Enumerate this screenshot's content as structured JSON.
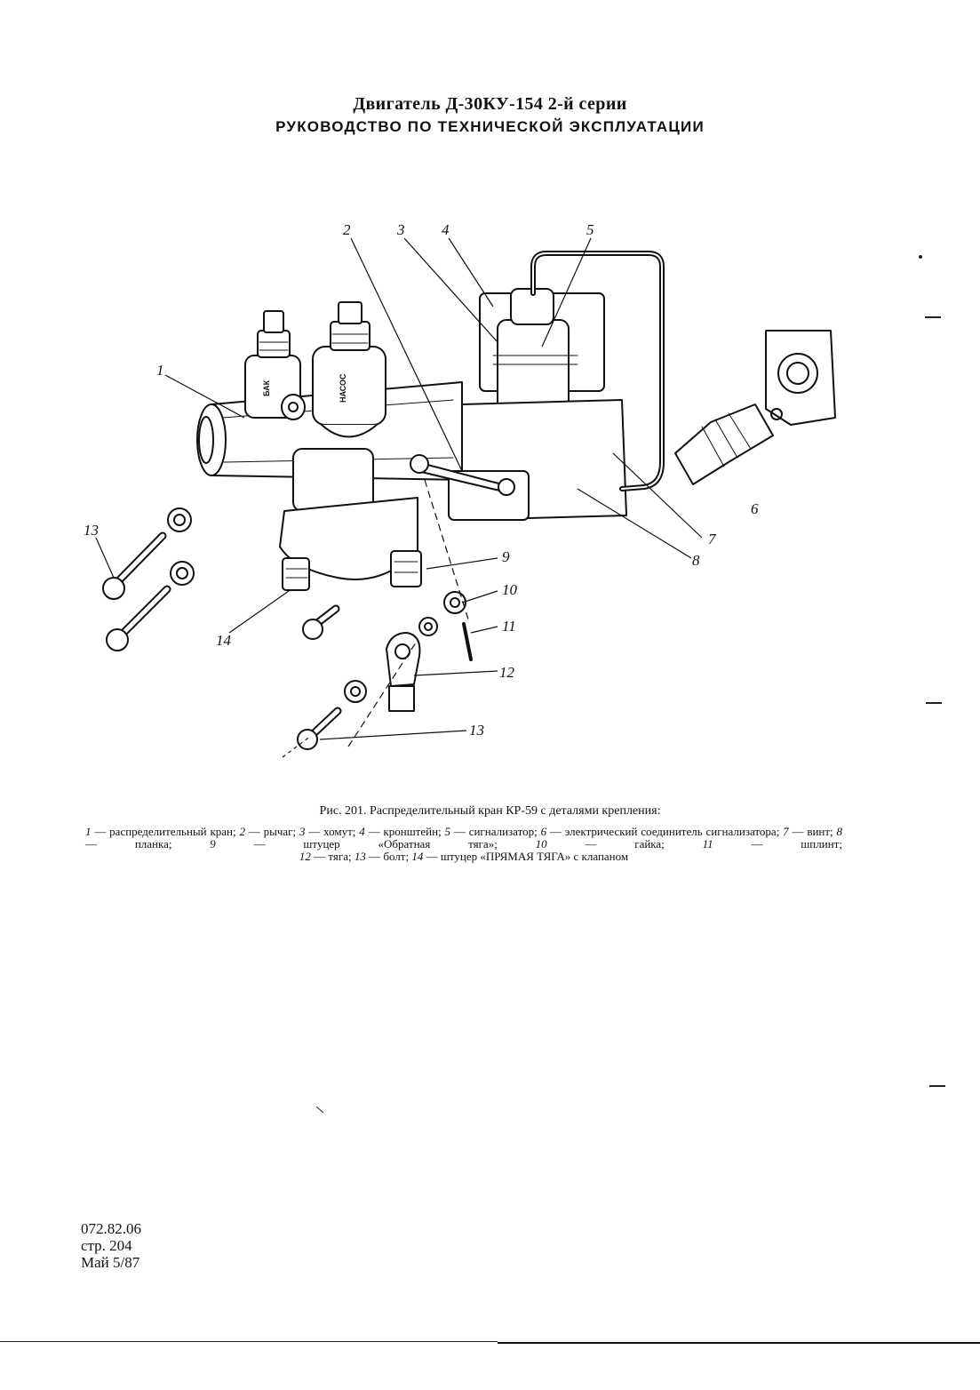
{
  "header": {
    "engine": "Двигатель Д-30КУ-154 2-й серии",
    "manual": "РУКОВОДСТВО ПО ТЕХНИЧЕСКОЙ ЭКСПЛУАТАЦИИ"
  },
  "figure": {
    "caption": "Рис. 201. Распределительный кран КР-59 с деталями крепления:",
    "callouts": [
      "1",
      "2",
      "3",
      "4",
      "5",
      "6",
      "7",
      "8",
      "9",
      "10",
      "11",
      "12",
      "13",
      "13",
      "14"
    ],
    "stamps": {
      "tank": "БАК",
      "pump": "НАСОС"
    },
    "legend": [
      {
        "num": "1",
        "text": "распределительный кран"
      },
      {
        "num": "2",
        "text": "рычаг"
      },
      {
        "num": "3",
        "text": "хомут"
      },
      {
        "num": "4",
        "text": "кронштейн"
      },
      {
        "num": "5",
        "text": "сигнализатор"
      },
      {
        "num": "6",
        "text": "электрический соединитель сигнализатора"
      },
      {
        "num": "7",
        "text": "винт"
      },
      {
        "num": "8",
        "text": "планка"
      },
      {
        "num": "9",
        "text": "штуцер «Обратная тяга»"
      },
      {
        "num": "10",
        "text": "гайка"
      },
      {
        "num": "11",
        "text": "шплинт"
      },
      {
        "num": "12",
        "text": "тяга"
      },
      {
        "num": "13",
        "text": "болт"
      },
      {
        "num": "14",
        "text": "штуцер «ПРЯМАЯ ТЯГА» с клапаном"
      }
    ]
  },
  "footer": {
    "doc_number": "072.82.06",
    "page": "стр. 204",
    "date": "Май 5/87"
  }
}
